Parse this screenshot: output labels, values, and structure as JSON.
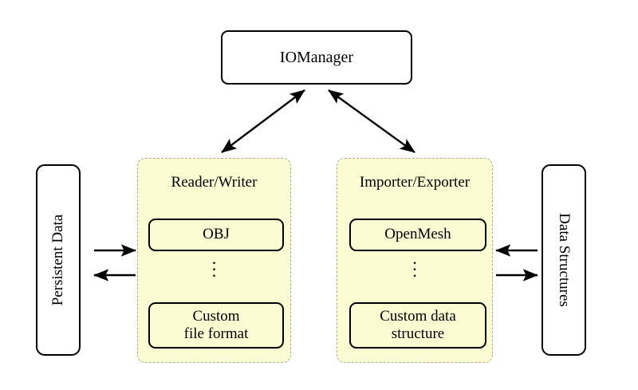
{
  "diagram": {
    "title_node": {
      "label": "IOManager"
    },
    "left_store": {
      "label": "Persistent Data"
    },
    "right_store": {
      "label": "Data Structures"
    },
    "panels": [
      {
        "id": "reader-writer",
        "title": "Reader/Writer",
        "items": [
          {
            "label": "OBJ"
          },
          {
            "label": "Custom\nfile format",
            "line1": "Custom",
            "line2": "file format"
          }
        ],
        "ellipsis": "⋮"
      },
      {
        "id": "importer-exporter",
        "title": "Importer/Exporter",
        "items": [
          {
            "label": "OpenMesh"
          },
          {
            "label": "Custom data\nstructure",
            "line1": "Custom data",
            "line2": "structure"
          }
        ],
        "ellipsis": "⋮"
      }
    ],
    "dot": "·",
    "connectors": [
      {
        "name": "iomanager-to-reader-writer",
        "from": "IOManager",
        "to": "Reader/Writer",
        "style": "double-headed"
      },
      {
        "name": "iomanager-to-importer-exporter",
        "from": "IOManager",
        "to": "Importer/Exporter",
        "style": "double-headed"
      },
      {
        "name": "persistent-data-to-reader-writer",
        "from": "Persistent Data",
        "to": "Reader/Writer",
        "style": "single-headed"
      },
      {
        "name": "reader-writer-to-persistent-data",
        "from": "Reader/Writer",
        "to": "Persistent Data",
        "style": "single-headed"
      },
      {
        "name": "data-structures-to-importer-exporter",
        "from": "Data Structures",
        "to": "Importer/Exporter",
        "style": "single-headed"
      },
      {
        "name": "importer-exporter-to-data-structures",
        "from": "Importer/Exporter",
        "to": "Data Structures",
        "style": "single-headed"
      }
    ],
    "colors": {
      "panel_fill": "#fcfcd2",
      "panel_border": "#a8a89c",
      "node_border": "#000000",
      "background": "#ffffff"
    }
  }
}
